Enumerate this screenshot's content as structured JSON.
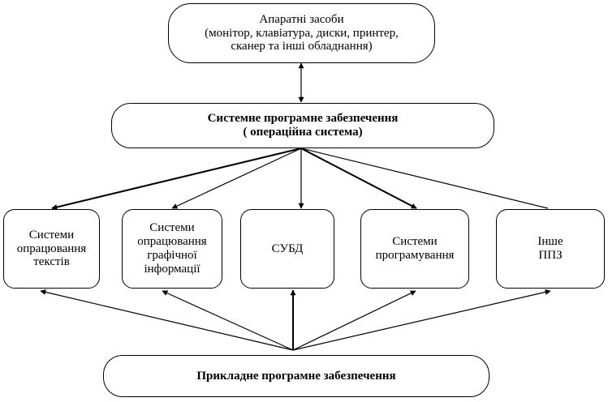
{
  "hardware": {
    "line1": "Апаратні засоби",
    "line2": "(монітор, клавіатура, диски, принтер,",
    "line3": "сканер та інші обладнання)"
  },
  "system_software": {
    "line1": "Системне програмне забезпечення",
    "line2": "( операційна система)"
  },
  "categories": [
    {
      "lines": [
        "Системи",
        "опрацювання",
        "текстів"
      ]
    },
    {
      "lines": [
        "Системи",
        "опрацювання",
        "графічної",
        "інформації"
      ]
    },
    {
      "lines": [
        "СУБД"
      ]
    },
    {
      "lines": [
        "Системи",
        "програмування"
      ]
    },
    {
      "lines": [
        "Інше",
        "ППЗ"
      ]
    }
  ],
  "application_software": {
    "label": "Прикладне програмне забезпечення"
  }
}
